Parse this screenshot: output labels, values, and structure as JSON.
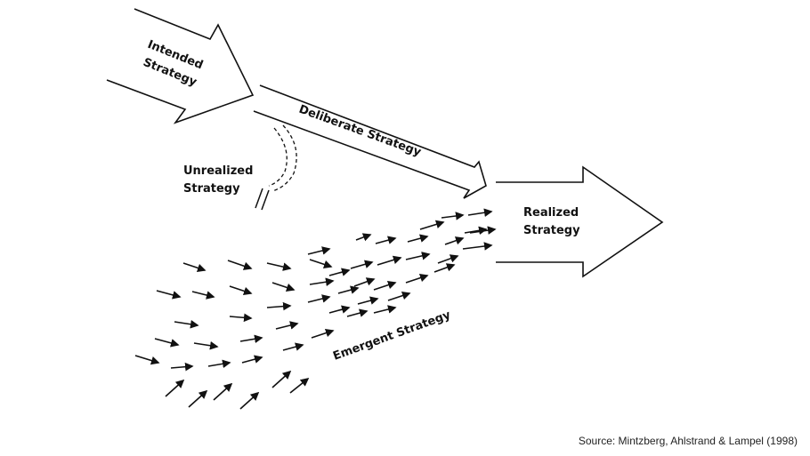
{
  "labels": {
    "intended_line1": "Intended",
    "intended_line2": "Strategy",
    "deliberate": "Deliberate Strategy",
    "unrealized_line1": "Unrealized",
    "unrealized_line2": "Strategy",
    "realized_line1": "Realized",
    "realized_line2": "Strategy",
    "emergent": "Emergent Strategy"
  },
  "source": "Source: Mintzberg, Ahlstrand & Lampel (1998)",
  "colors": {
    "ink": "#111111",
    "background": "#ffffff"
  }
}
